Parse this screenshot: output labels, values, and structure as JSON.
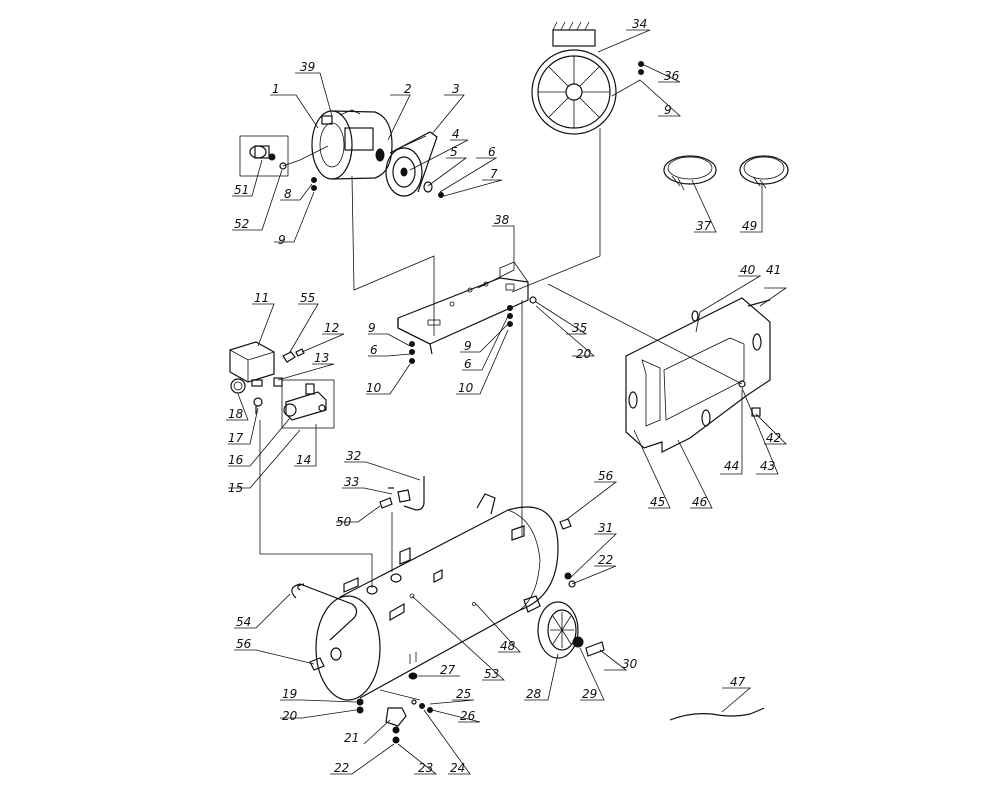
{
  "diagram": {
    "callouts": [
      {
        "id": "39"
      },
      {
        "id": "1"
      },
      {
        "id": "2"
      },
      {
        "id": "3"
      },
      {
        "id": "4"
      },
      {
        "id": "5"
      },
      {
        "id": "6"
      },
      {
        "id": "7"
      },
      {
        "id": "8"
      },
      {
        "id": "9"
      },
      {
        "id": "51"
      },
      {
        "id": "52"
      },
      {
        "id": "34"
      },
      {
        "id": "36"
      },
      {
        "id": "9"
      },
      {
        "id": "37"
      },
      {
        "id": "49"
      },
      {
        "id": "38"
      },
      {
        "id": "35"
      },
      {
        "id": "20"
      },
      {
        "id": "9"
      },
      {
        "id": "6"
      },
      {
        "id": "10"
      },
      {
        "id": "9"
      },
      {
        "id": "6"
      },
      {
        "id": "10"
      },
      {
        "id": "11"
      },
      {
        "id": "55"
      },
      {
        "id": "12"
      },
      {
        "id": "13"
      },
      {
        "id": "18"
      },
      {
        "id": "17"
      },
      {
        "id": "16"
      },
      {
        "id": "14"
      },
      {
        "id": "15"
      },
      {
        "id": "40"
      },
      {
        "id": "41"
      },
      {
        "id": "42"
      },
      {
        "id": "43"
      },
      {
        "id": "44"
      },
      {
        "id": "45"
      },
      {
        "id": "46"
      },
      {
        "id": "32"
      },
      {
        "id": "33"
      },
      {
        "id": "50"
      },
      {
        "id": "56"
      },
      {
        "id": "31"
      },
      {
        "id": "22"
      },
      {
        "id": "54"
      },
      {
        "id": "56"
      },
      {
        "id": "48"
      },
      {
        "id": "53"
      },
      {
        "id": "27"
      },
      {
        "id": "30"
      },
      {
        "id": "19"
      },
      {
        "id": "25"
      },
      {
        "id": "20"
      },
      {
        "id": "26"
      },
      {
        "id": "21"
      },
      {
        "id": "28"
      },
      {
        "id": "29"
      },
      {
        "id": "22"
      },
      {
        "id": "23"
      },
      {
        "id": "24"
      },
      {
        "id": "47"
      }
    ]
  }
}
